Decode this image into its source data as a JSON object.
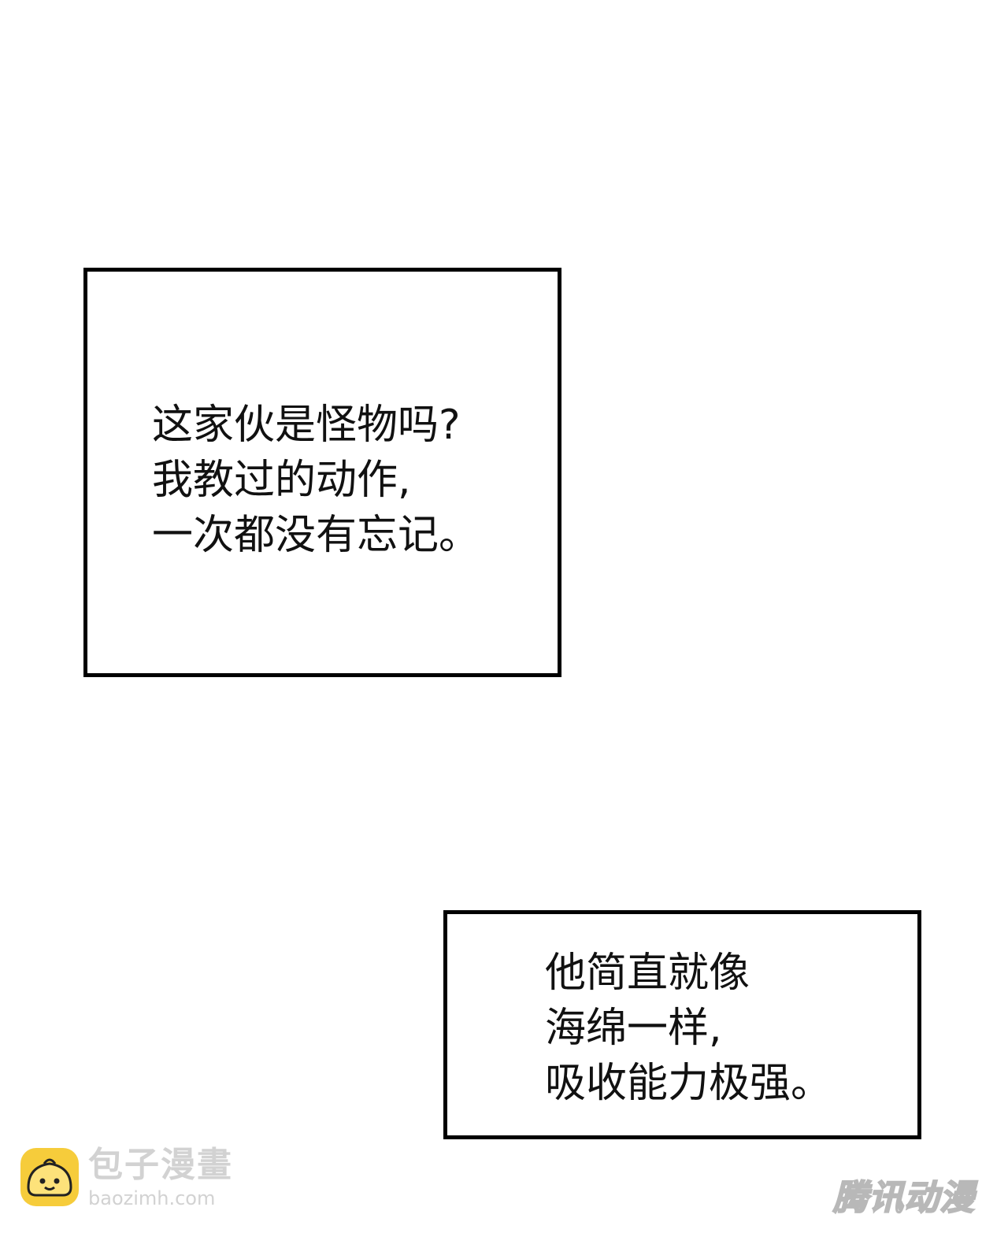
{
  "panels": [
    {
      "lines": [
        "这家伙是怪物吗?",
        "我教过的动作,",
        "一次都没有忘记。"
      ]
    },
    {
      "lines": [
        "他简直就像",
        "海绵一样,",
        "吸收能力极强。"
      ]
    }
  ],
  "watermark_left": {
    "name": "包子漫畫",
    "url": "baozimh.com",
    "icon": "bun-mascot-icon",
    "icon_color": "#f6cc3b"
  },
  "watermark_right": {
    "text": "腾讯动漫"
  }
}
